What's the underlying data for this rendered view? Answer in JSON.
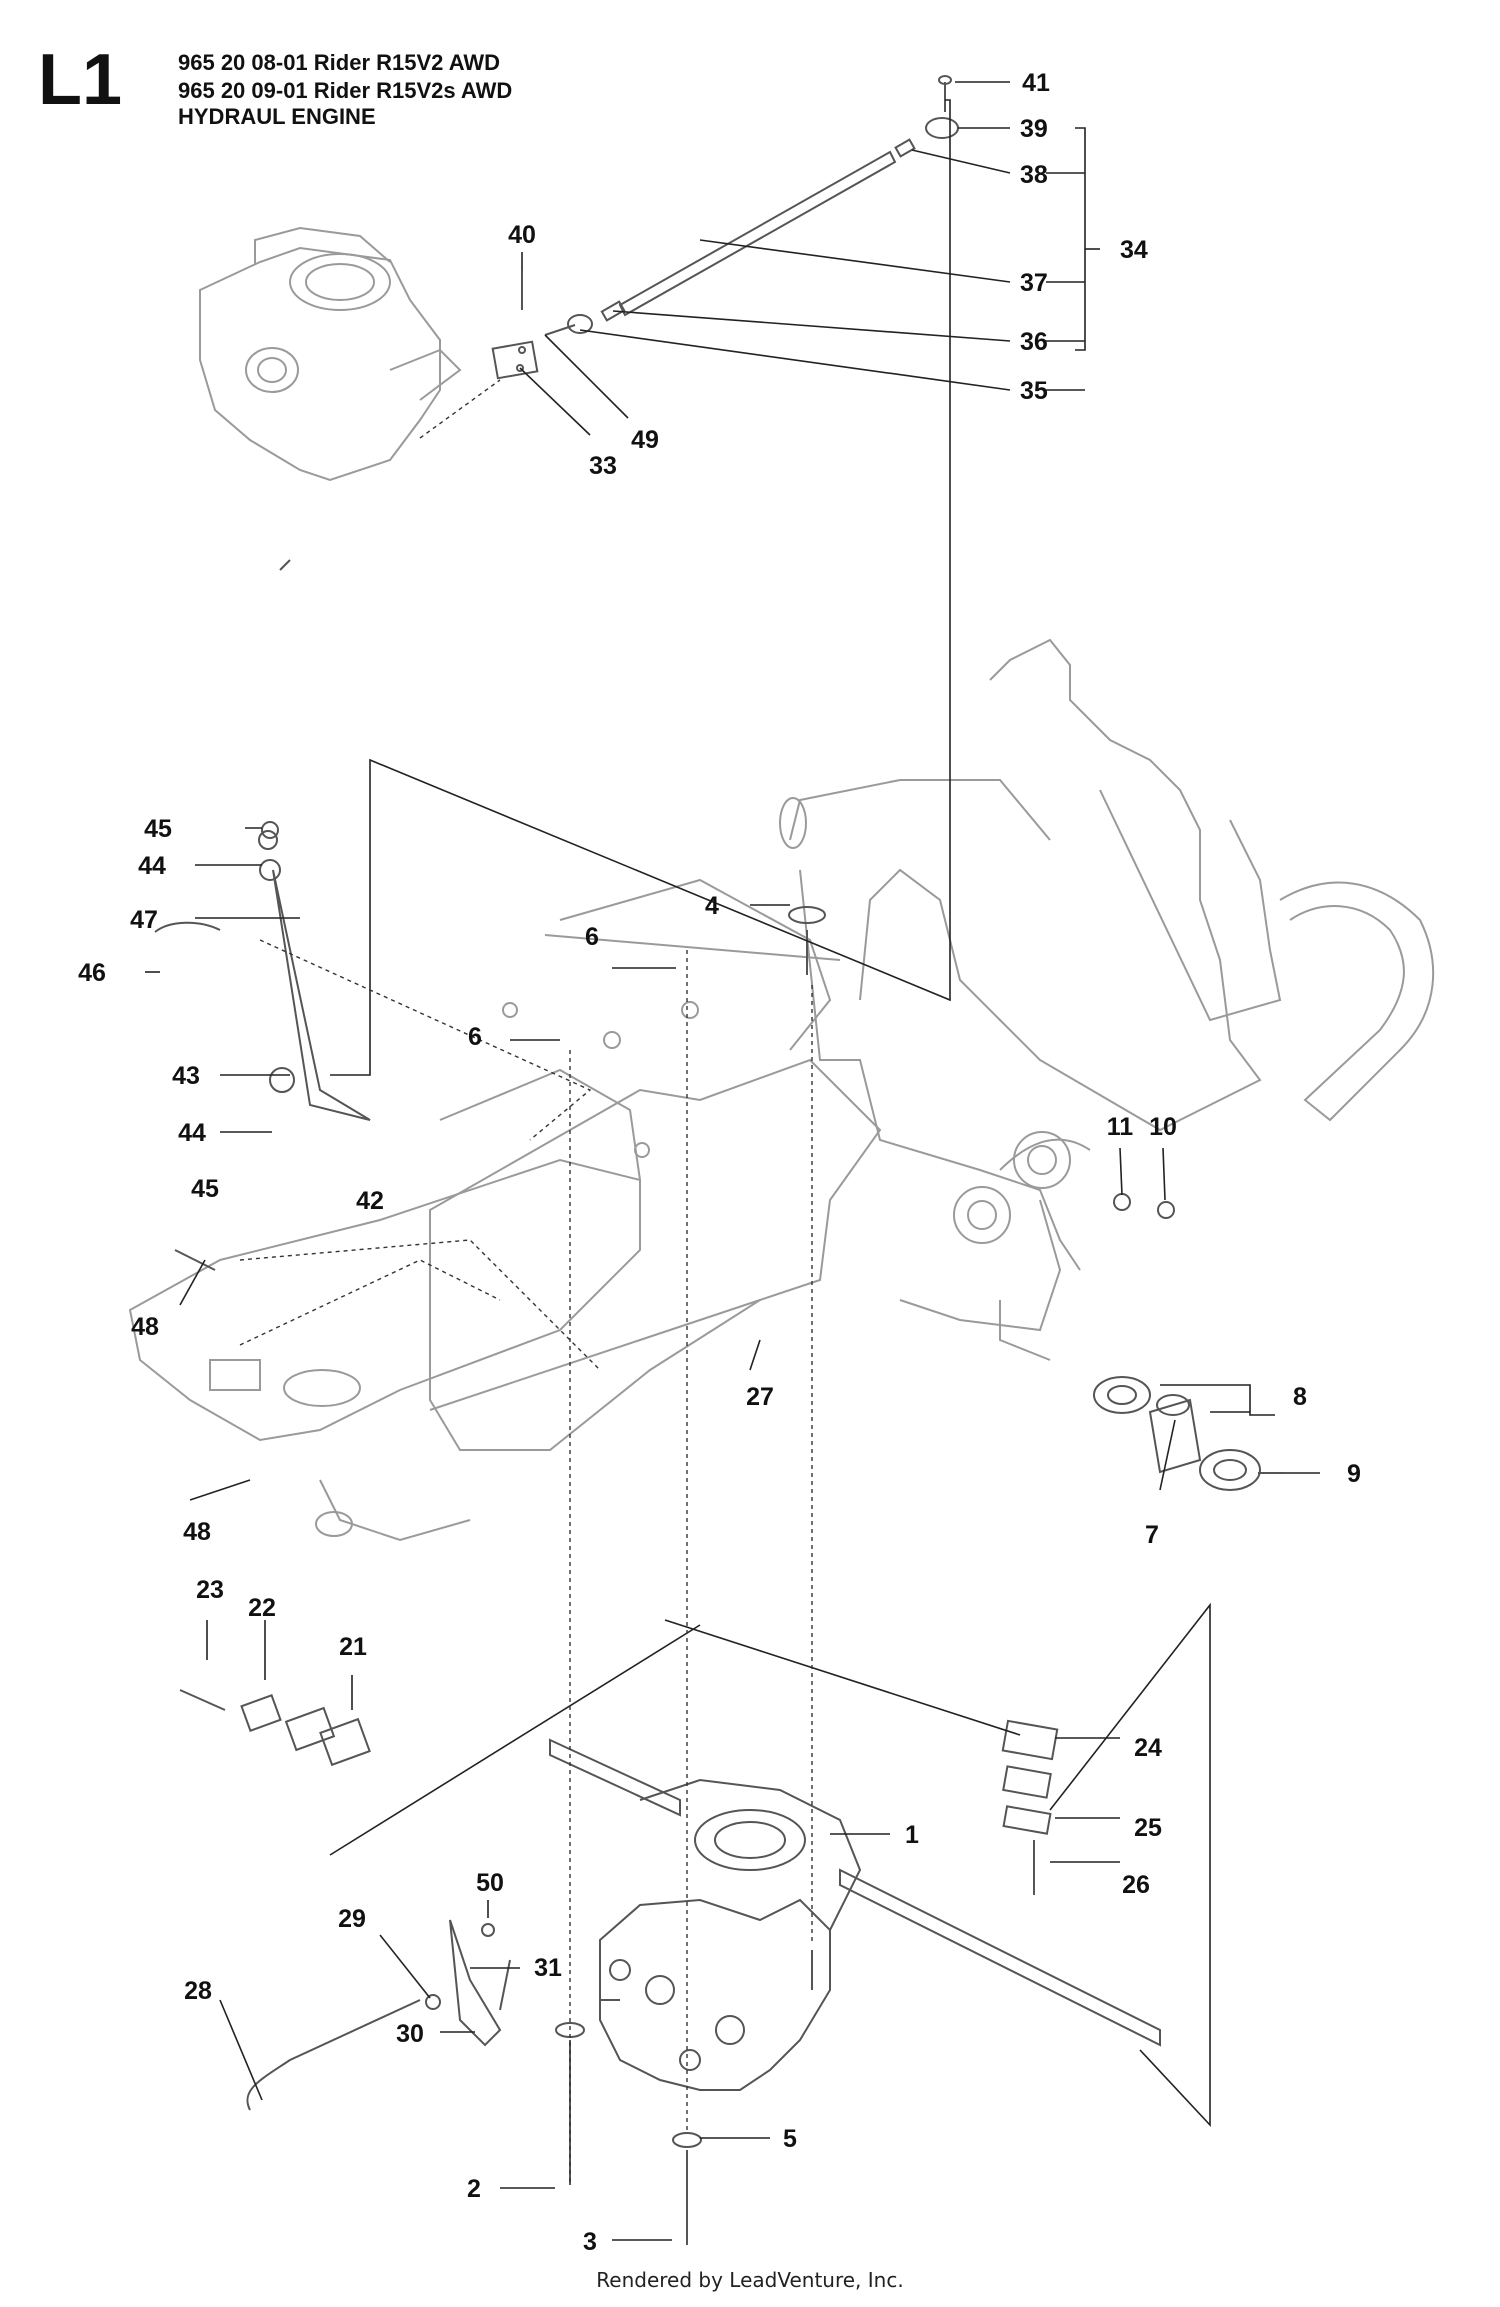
{
  "header": {
    "diagram_code": "L1",
    "model_lines": [
      "965 20 08-01 Rider R15V2 AWD",
      "965 20 09-01 Rider R15V2s AWD"
    ],
    "section_title": "HYDRAUL ENGINE"
  },
  "footer": {
    "text": "Rendered by LeadVenture, Inc."
  },
  "callouts": [
    {
      "id": "c41",
      "text": "41"
    },
    {
      "id": "c39",
      "text": "39"
    },
    {
      "id": "c38",
      "text": "38"
    },
    {
      "id": "c34",
      "text": "34"
    },
    {
      "id": "c40",
      "text": "40"
    },
    {
      "id": "c37",
      "text": "37"
    },
    {
      "id": "c36",
      "text": "36"
    },
    {
      "id": "c35",
      "text": "35"
    },
    {
      "id": "c49",
      "text": "49"
    },
    {
      "id": "c33",
      "text": "33"
    },
    {
      "id": "c45a",
      "text": "45"
    },
    {
      "id": "c44a",
      "text": "44"
    },
    {
      "id": "c47",
      "text": "47"
    },
    {
      "id": "c46",
      "text": "46"
    },
    {
      "id": "c43",
      "text": "43"
    },
    {
      "id": "c44b",
      "text": "44"
    },
    {
      "id": "c45b",
      "text": "45"
    },
    {
      "id": "c42",
      "text": "42"
    },
    {
      "id": "c4",
      "text": "4"
    },
    {
      "id": "c6a",
      "text": "6"
    },
    {
      "id": "c6b",
      "text": "6"
    },
    {
      "id": "c11",
      "text": "11"
    },
    {
      "id": "c10",
      "text": "10"
    },
    {
      "id": "c48a",
      "text": "48"
    },
    {
      "id": "c27",
      "text": "27"
    },
    {
      "id": "c8",
      "text": "8"
    },
    {
      "id": "c9",
      "text": "9"
    },
    {
      "id": "c7",
      "text": "7"
    },
    {
      "id": "c48b",
      "text": "48"
    },
    {
      "id": "c23",
      "text": "23"
    },
    {
      "id": "c22",
      "text": "22"
    },
    {
      "id": "c21",
      "text": "21"
    },
    {
      "id": "c24",
      "text": "24"
    },
    {
      "id": "c1",
      "text": "1"
    },
    {
      "id": "c25",
      "text": "25"
    },
    {
      "id": "c50",
      "text": "50"
    },
    {
      "id": "c26",
      "text": "26"
    },
    {
      "id": "c29",
      "text": "29"
    },
    {
      "id": "c31",
      "text": "31"
    },
    {
      "id": "c28",
      "text": "28"
    },
    {
      "id": "c30",
      "text": "30"
    },
    {
      "id": "c5",
      "text": "5"
    },
    {
      "id": "c2",
      "text": "2"
    },
    {
      "id": "c3",
      "text": "3"
    }
  ]
}
